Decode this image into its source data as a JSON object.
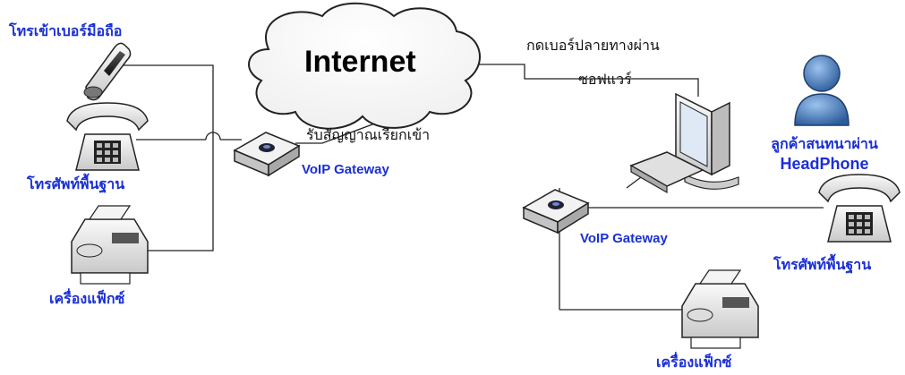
{
  "labels": {
    "mobile": "โทรเข้าเบอร์มือถือ",
    "landline_left": "โทรศัพท์พื้นฐาน",
    "fax_left": "เครื่องแฟ็กซ์",
    "gateway_left": "VoIP Gateway",
    "cloud": "Internet",
    "incoming": "รับสัญญาณเรียกเข้า",
    "dial_line1": "กดเบอร์ปลายทางผ่าน",
    "dial_line2": "ซอฟแวร์",
    "customer_line1": "ลูกค้าสนทนาผ่าน",
    "customer_line2": "HeadPhone",
    "landline_right": "โทรศัพท์พื้นฐาน",
    "gateway_right": "VoIP Gateway",
    "fax_right": "เครื่องแฟ็กซ์"
  },
  "colors": {
    "label_blue": "#1a2fd6",
    "line": "#222222",
    "device_body": "#e8e8e8",
    "user_blue": "#3f6fb0"
  },
  "icons": [
    "mobile-phone-icon",
    "desk-phone-icon",
    "fax-icon",
    "voip-gateway-icon",
    "internet-cloud-icon",
    "computer-icon",
    "user-icon"
  ]
}
